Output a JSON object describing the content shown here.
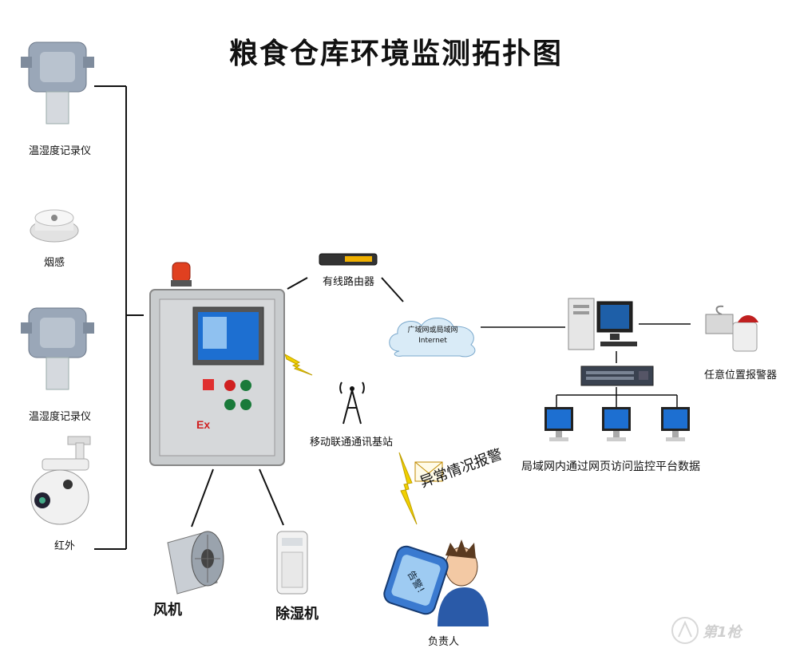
{
  "title": "粮食仓库环境监测拓扑图",
  "devices": {
    "sensor1": "温湿度记录仪",
    "smoke": "烟感",
    "sensor2": "温湿度记录仪",
    "infrared": "红外",
    "router": "有线路由器",
    "cloud_line1": "广域网或局域网",
    "cloud_line2": "Internet",
    "base_station": "移动联通通讯基站",
    "alarm": "任意位置报警器",
    "lan_caption": "局域网内通过网页访问监控平台数据",
    "abnormal_alarm": "异常情况报警",
    "fan": "风机",
    "dehumidifier": "除湿机",
    "person": "负责人",
    "panel_mark": "Ex",
    "phone_text": "告警！"
  },
  "watermark": "第1枪",
  "colors": {
    "line": "#111111",
    "bolt": "#f0d000",
    "cloud": "#d9ebf7",
    "screen": "#1d6fd1"
  }
}
